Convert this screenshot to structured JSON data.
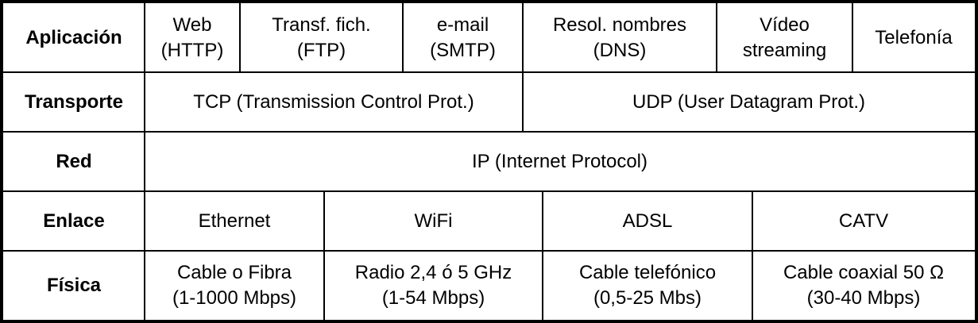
{
  "layers": [
    {
      "name": "Aplicación",
      "cells": [
        {
          "lines": [
            "Web",
            "(HTTP)"
          ]
        },
        {
          "lines": [
            "Transf. fich.",
            "(FTP)"
          ]
        },
        {
          "lines": [
            "e-mail",
            "(SMTP)"
          ]
        },
        {
          "lines": [
            "Resol. nombres",
            "(DNS)"
          ]
        },
        {
          "lines": [
            "Vídeo",
            "streaming"
          ]
        },
        {
          "lines": [
            "Telefonía"
          ]
        }
      ]
    },
    {
      "name": "Transporte",
      "cells": [
        {
          "lines": [
            "TCP (Transmission Control Prot.)"
          ]
        },
        {
          "lines": [
            "UDP (User Datagram Prot.)"
          ]
        }
      ]
    },
    {
      "name": "Red",
      "cells": [
        {
          "lines": [
            "IP (Internet Protocol)"
          ]
        }
      ]
    },
    {
      "name": "Enlace",
      "cells": [
        {
          "lines": [
            "Ethernet"
          ]
        },
        {
          "lines": [
            "WiFi"
          ]
        },
        {
          "lines": [
            "ADSL"
          ]
        },
        {
          "lines": [
            "CATV"
          ]
        }
      ]
    },
    {
      "name": "Física",
      "cells": [
        {
          "lines": [
            "Cable o Fibra",
            "(1-1000 Mbps)"
          ]
        },
        {
          "lines": [
            "Radio 2,4 ó 5 GHz",
            "(1-54 Mbps)"
          ]
        },
        {
          "lines": [
            "Cable telefónico",
            "(0,5-25 Mbs)"
          ]
        },
        {
          "lines": [
            "Cable coaxial 50 Ω",
            "(30-40 Mbps)"
          ]
        }
      ]
    }
  ]
}
